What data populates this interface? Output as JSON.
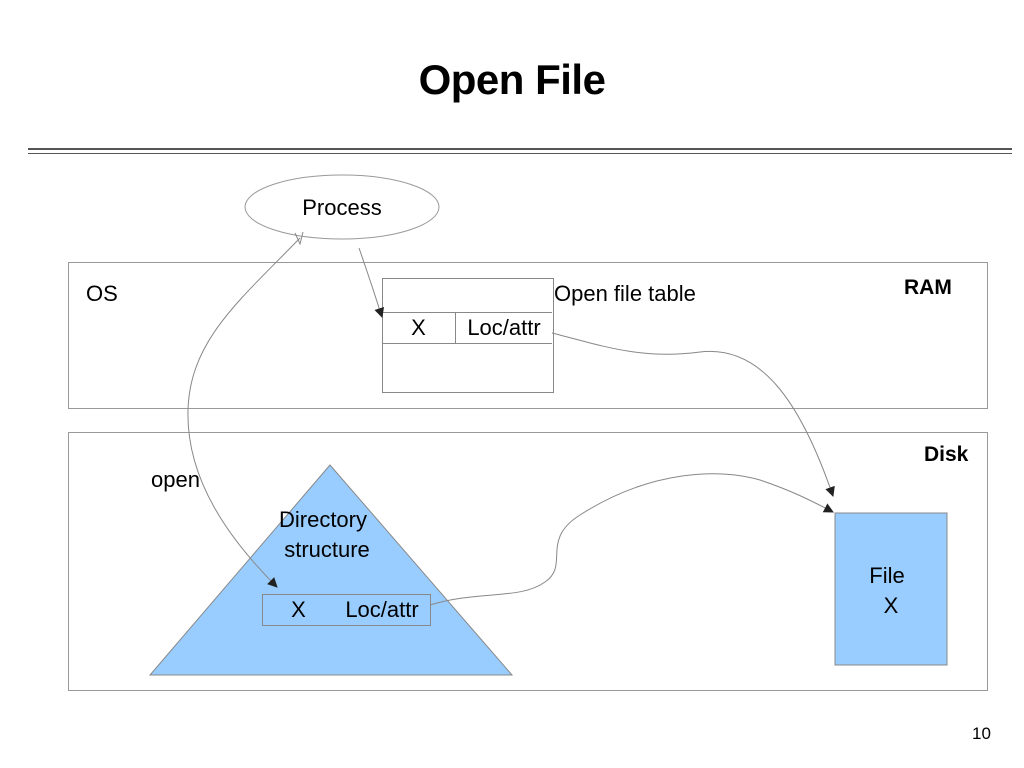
{
  "slide": {
    "title": "Open File",
    "page_number": "10"
  },
  "diagram": {
    "process_label": "Process",
    "ram": {
      "region_label": "RAM",
      "os_label": "OS",
      "table_label": "Open file table",
      "entry": {
        "name": "X",
        "value": "Loc/attr"
      }
    },
    "disk": {
      "region_label": "Disk",
      "open_label": "open",
      "directory_label_line1": "Directory",
      "directory_label_line2": "structure",
      "entry": {
        "name": "X",
        "value": "Loc/attr"
      },
      "file_label_line1": "File",
      "file_label_line2": "X"
    },
    "colors": {
      "fill": "#99ccff",
      "border": "#999999",
      "arrow": "#888888"
    }
  }
}
